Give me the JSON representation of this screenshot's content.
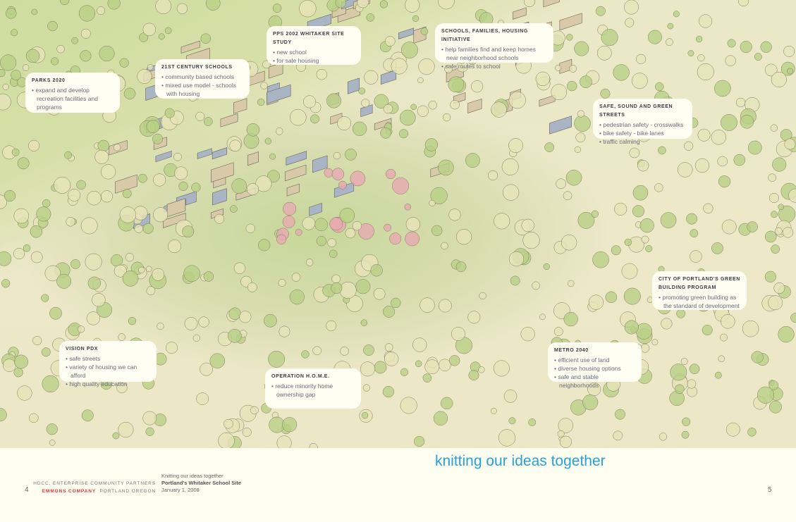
{
  "callouts": [
    {
      "title": "PPS 2002 Whitaker Site Study",
      "items": [
        "new school",
        "for sale housing"
      ]
    },
    {
      "title": "21st Century Schools",
      "items": [
        "community based schools",
        "mixed use model - schools with housing"
      ]
    },
    {
      "title": "Parks 2020",
      "items": [
        "expand and develop recreation facilities and programs"
      ]
    },
    {
      "title": "Schools, Families, Housing Initiative",
      "items": [
        "help families find and keep homes near neighborhood schools",
        "safe routes to school"
      ]
    },
    {
      "title": "Safe, Sound and Green Streets",
      "items": [
        "pedestrian safety - crosswalks",
        "bike safety - bike lanes",
        "traffic calming"
      ]
    },
    {
      "title": "City of Portland's Green Building Program",
      "items": [
        "promoting green building as the standard of development"
      ]
    },
    {
      "title": "Vision PDX",
      "items": [
        "safe streets",
        "variety of housing we can afford",
        "high quality education"
      ]
    },
    {
      "title": "Operation H.O.M.E.",
      "items": [
        "reduce minority home ownership gap"
      ]
    },
    {
      "title": "Metro 2040",
      "items": [
        "efficient use of land",
        "diverse housing options",
        "safe and stable neighborhoods"
      ]
    }
  ],
  "footer": {
    "headline": "knitting our ideas together",
    "page_left": "4",
    "page_right": "5",
    "org_line1": "HDCC, Enterprise Community Partners",
    "org_company": "Emmons Company",
    "org_location": "Portland Oregon",
    "doc_subtitle": "Knitting our ideas together",
    "doc_title": "Portland's Whitaker School Site",
    "doc_date": "January 1, 2008"
  },
  "colors": {
    "headline": "#2aa0d8",
    "company": "#e2323a",
    "page": "#fdfdf0"
  }
}
